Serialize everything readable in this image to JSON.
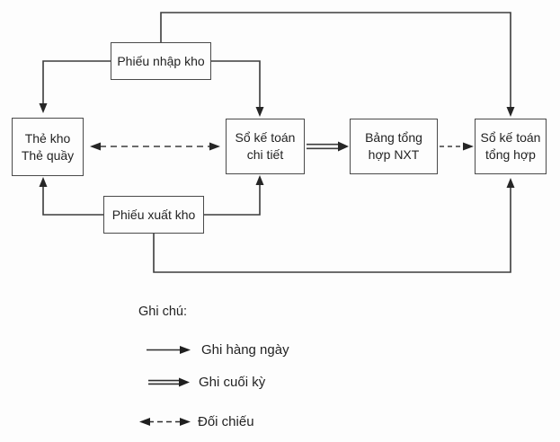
{
  "figure": {
    "background_color": "#fdfdfd",
    "line_color": "#3c3c3c",
    "text_color": "#232323"
  },
  "nodes": {
    "phieu_nhap_kho": "Phiếu nhập kho",
    "the_kho": "Thẻ kho\nThẻ quầy",
    "so_ke_toan_chi_tiet": "Sổ kế toán\nchi tiết",
    "bang_tong_hop_nxt": "Bảng tổng\nhợp NXT",
    "so_ke_toan_tong_hop": "Sổ kế toán\ntổng hợp",
    "phieu_xuat_kho": "Phiếu xuất kho"
  },
  "legend": {
    "title": "Ghi chú:",
    "items": {
      "daily": "Ghi hàng ngày",
      "period_end": "Ghi cuối kỳ",
      "reconcile": "Đối chiếu"
    }
  }
}
